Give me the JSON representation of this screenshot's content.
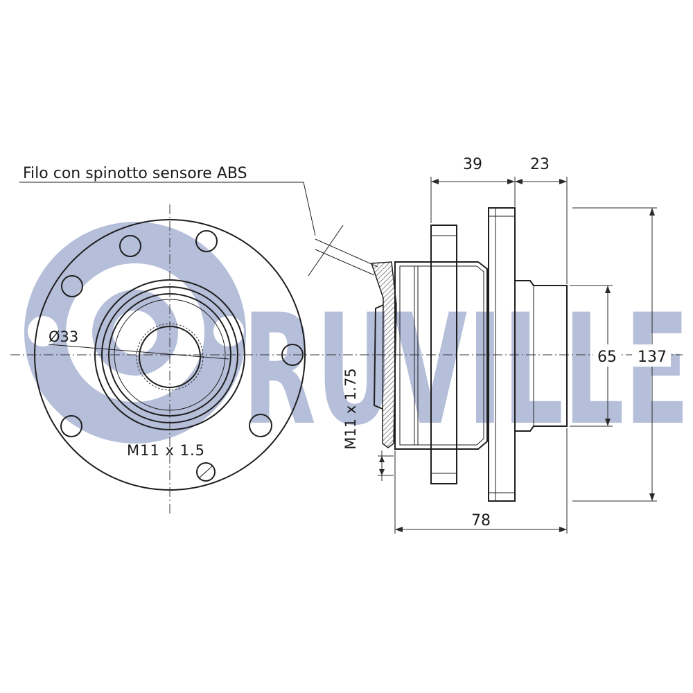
{
  "brand": {
    "watermark": "RUVILLE",
    "watermark_color": "#aab4d4"
  },
  "labels": {
    "abs_sensor": "Filo con spinotto sensore ABS",
    "bore_diameter": "Ø33",
    "front_thread": "M11 x 1.5",
    "side_thread": "M11 x 1.75"
  },
  "dimensions": {
    "flange_offset": "39",
    "hub_pilot_length": "23",
    "pilot_diameter": "65",
    "flange_diameter": "137",
    "overall_length": "78"
  },
  "colors": {
    "line": "#1e1e1e",
    "hatch": "#6d6d6d"
  }
}
